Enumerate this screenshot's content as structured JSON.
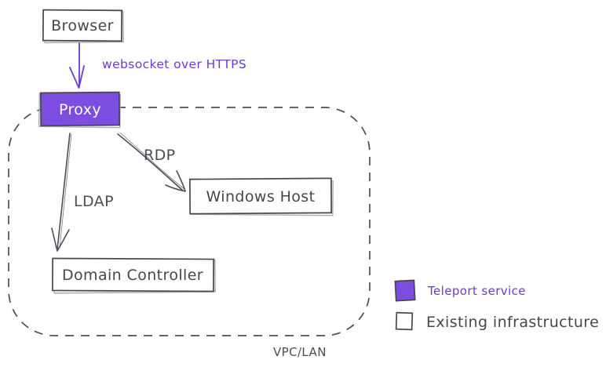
{
  "colors": {
    "teleport_purple": "#7C4DE0",
    "purple_text": "#6A3BD4",
    "slate": "#494E57",
    "box_border": "#43484F",
    "box_fill": "#FFFFFF",
    "background": "#FFFFFF"
  },
  "nodes": {
    "browser": {
      "label": "Browser"
    },
    "proxy": {
      "label": "Proxy"
    },
    "windows_host": {
      "label": "Windows Host"
    },
    "domain_controller": {
      "label": "Domain Controller"
    }
  },
  "edges": {
    "browser_to_proxy": {
      "label": "websocket over HTTPS"
    },
    "proxy_to_windows_host": {
      "label": "RDP"
    },
    "proxy_to_domain_controller": {
      "label": "LDAP"
    }
  },
  "container": {
    "label": "VPC/LAN"
  },
  "legend": {
    "items": [
      {
        "label": "Teleport service",
        "swatch_color": "#7C4DE0"
      },
      {
        "label": "Existing infrastructure",
        "swatch_color": "#FFFFFF"
      }
    ]
  }
}
